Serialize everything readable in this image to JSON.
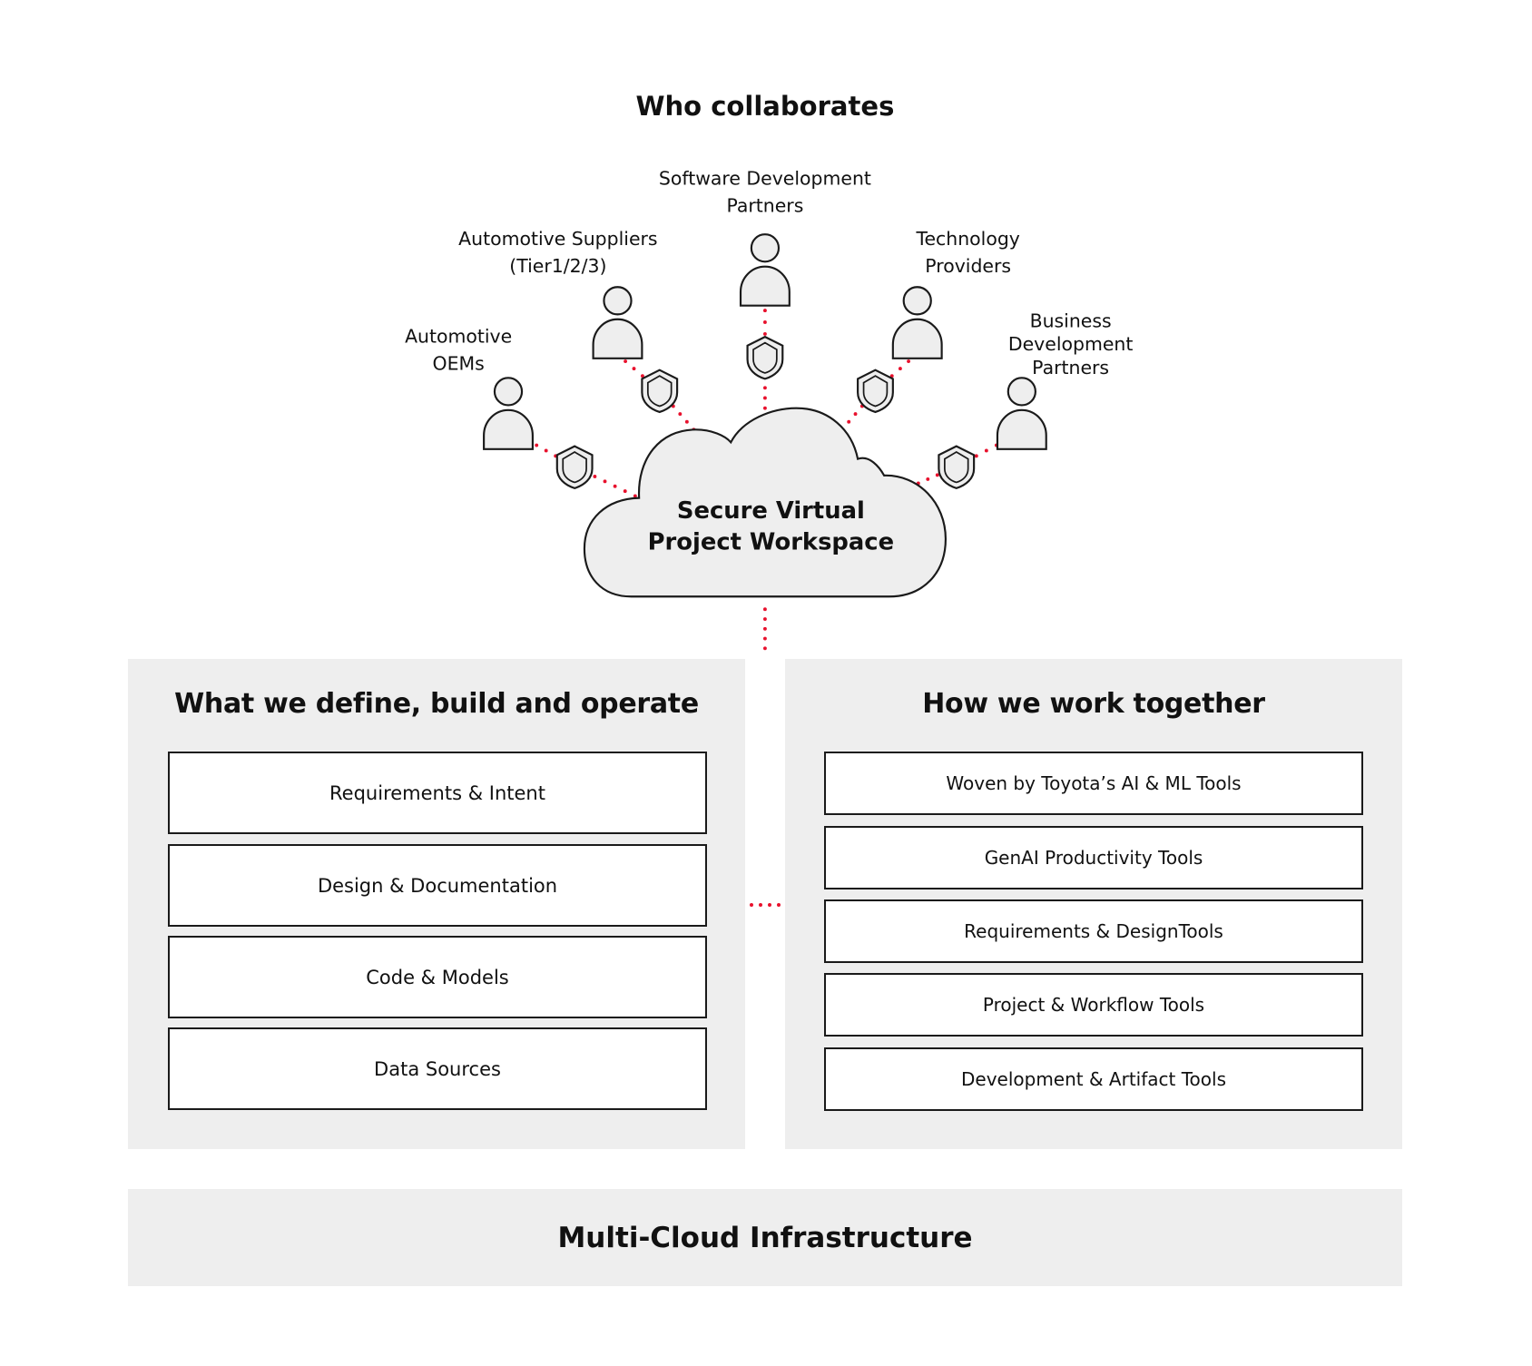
{
  "colors": {
    "accent_dots": "#e8112d",
    "panel_bg": "#eeeeee",
    "icon_fill": "#eeeeee",
    "stroke": "#1a1a1a"
  },
  "header": {
    "title": "Who collaborates"
  },
  "collaborators": [
    {
      "lines": [
        "Automotive",
        "OEMs"
      ],
      "icon": "person-icon"
    },
    {
      "lines": [
        "Automotive Suppliers",
        "(Tier1/2/3)"
      ],
      "icon": "person-icon"
    },
    {
      "lines": [
        "Software Development",
        "Partners"
      ],
      "icon": "person-icon"
    },
    {
      "lines": [
        "Technology",
        "Providers"
      ],
      "icon": "person-icon"
    },
    {
      "lines": [
        "Business",
        "Development",
        "Partners"
      ],
      "icon": "person-icon"
    }
  ],
  "connector_icon": "shield-icon",
  "hub": {
    "lines": [
      "Secure Virtual",
      "Project Workspace"
    ],
    "icon": "cloud-icon"
  },
  "left_panel": {
    "title": "What we define, build and operate",
    "items": [
      "Requirements & Intent",
      "Design & Documentation",
      "Code & Models",
      "Data Sources"
    ]
  },
  "right_panel": {
    "title": "How we work together",
    "items": [
      "Woven by Toyota’s AI & ML Tools",
      "GenAI Productivity Tools",
      "Requirements & DesignTools",
      "Project & Workflow Tools",
      "Development & Artifact Tools"
    ]
  },
  "foundation": {
    "title": "Multi-Cloud Infrastructure"
  }
}
